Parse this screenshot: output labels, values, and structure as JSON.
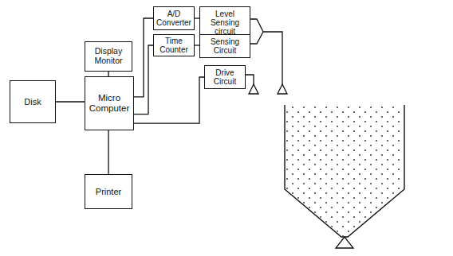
{
  "diagram": {
    "nodes": [
      {
        "text": [
          "A/D Converter"
        ]
      },
      {
        "text": [
          "Level Sensing circuit"
        ]
      },
      {
        "text": [
          "Display Monitor"
        ]
      },
      {
        "text": [
          "Time Counter"
        ]
      },
      {
        "text": [
          "Sensing Circuit"
        ]
      },
      {
        "text": [
          "Drive Circuit"
        ]
      },
      {
        "text": [
          "Disk"
        ]
      },
      {
        "text": [
          "Micro Computer"
        ]
      },
      {
        "text": [
          "Printer"
        ]
      }
    ],
    "edges": [
      {
        "from": 6,
        "to": 7,
        "arrow": "none"
      },
      {
        "from": 2,
        "to": 7,
        "arrow": "none"
      },
      {
        "from": 7,
        "to": 8,
        "arrow": "none"
      },
      {
        "from": 7,
        "to": 0,
        "arrow": "none"
      },
      {
        "from": 7,
        "to": 3,
        "arrow": "none"
      },
      {
        "from": 7,
        "to": 5,
        "arrow": "none"
      },
      {
        "from": 0,
        "to": 1,
        "arrow": "none"
      },
      {
        "from": 3,
        "to": 4,
        "arrow": "none"
      }
    ]
  }
}
